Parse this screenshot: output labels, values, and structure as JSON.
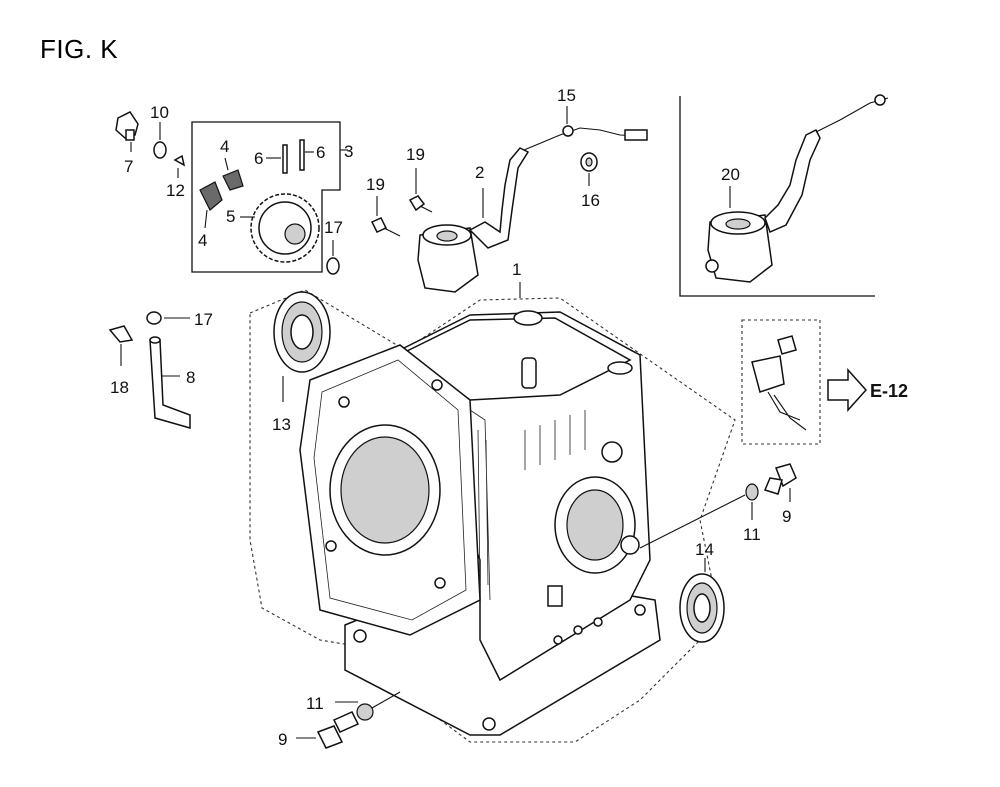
{
  "figure": {
    "title": "FIG. K"
  },
  "callouts": {
    "c1": "1",
    "c2": "2",
    "c3": "3",
    "c4a": "4",
    "c4b": "4",
    "c5": "5",
    "c6a": "6",
    "c6b": "6",
    "c7": "7",
    "c8": "8",
    "c9a": "9",
    "c9b": "9",
    "c10": "10",
    "c11a": "11",
    "c11b": "11",
    "c12": "12",
    "c13": "13",
    "c14": "14",
    "c15": "15",
    "c16": "16",
    "c17a": "17",
    "c17b": "17",
    "c18": "18",
    "c19a": "19",
    "c19b": "19",
    "c20": "20"
  },
  "reference": {
    "label": "E-12"
  },
  "icons": {
    "arrow": "outline-arrow-right-icon"
  }
}
